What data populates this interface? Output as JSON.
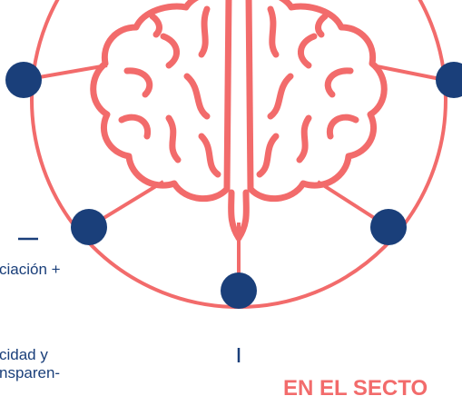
{
  "colors": {
    "accent": "#f26b6b",
    "node": "#1a3f7a",
    "text": "#1a3f7a"
  },
  "texts": {
    "line_1": "ciación +",
    "line_2": "cidad y",
    "line_3": "nsparen-",
    "heading": "EN EL SECTO"
  },
  "icons": {
    "center": "brain-icon"
  }
}
